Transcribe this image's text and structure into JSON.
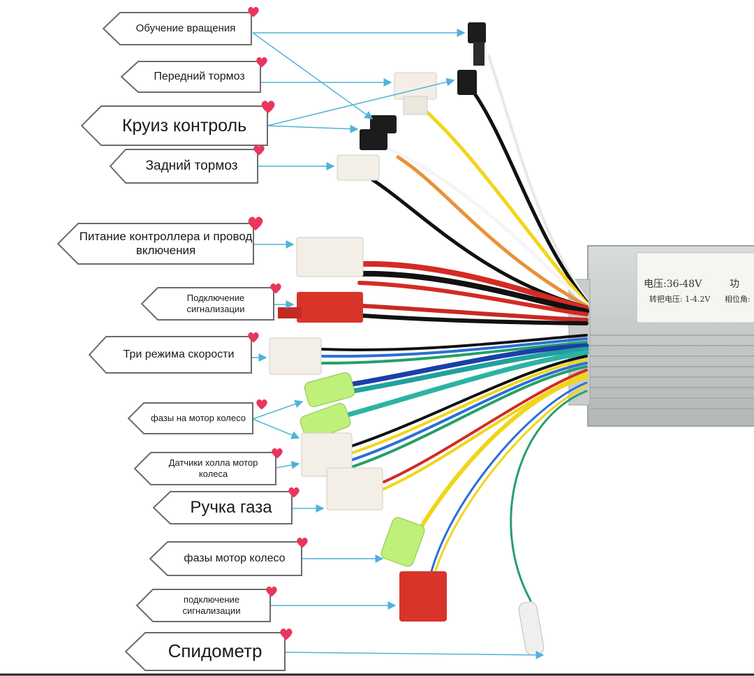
{
  "labels": [
    {
      "id": "rotation-learning",
      "text": "Обучение вращения"
    },
    {
      "id": "front-brake",
      "text": "Передний тормоз"
    },
    {
      "id": "cruise-control",
      "text": "Круиз контроль"
    },
    {
      "id": "rear-brake",
      "text": "Задний тормоз"
    },
    {
      "id": "controller-power",
      "text": "Питание контроллера и провод включения"
    },
    {
      "id": "alarm-connection-1",
      "text": "Подключение сигнализации"
    },
    {
      "id": "three-speed-modes",
      "text": "Три режима скорости"
    },
    {
      "id": "motor-wheel-phases-1",
      "text": "фазы на мотор колесо"
    },
    {
      "id": "hall-sensors",
      "text": "Датчики холла мотор колеса"
    },
    {
      "id": "throttle",
      "text": "Ручка газа"
    },
    {
      "id": "motor-wheel-phases-2",
      "text": "фазы мотор колесо"
    },
    {
      "id": "alarm-connection-2",
      "text": "подключение сигнализации"
    },
    {
      "id": "speedometer",
      "text": "Спидометр"
    }
  ],
  "controller": {
    "voltage_label": "电压:36-48V",
    "sub_label_1": "转把电压: 1-4.2V",
    "sub_label_2": "相位角:",
    "cut_char": "功"
  },
  "colors": {
    "arrow": "#4fb3d9",
    "heart": "#e8365d",
    "label_border": "#6b6b6b"
  }
}
